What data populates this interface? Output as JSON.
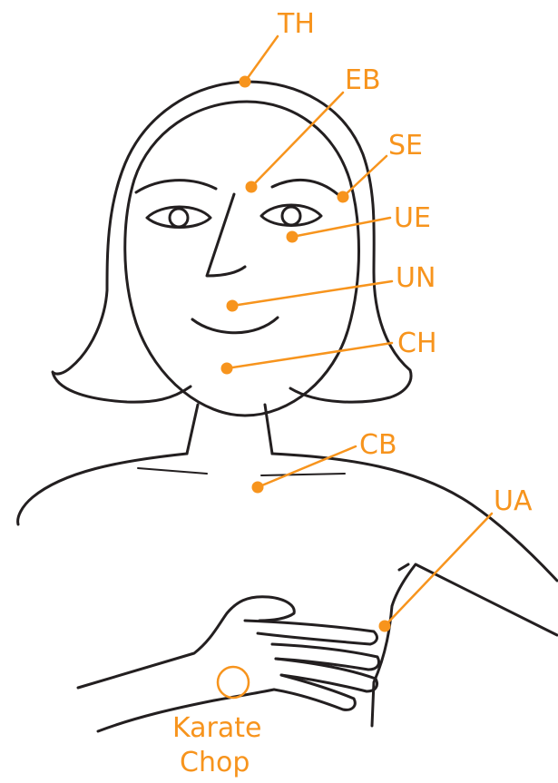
{
  "colors": {
    "accent": "#f7941d",
    "outline": "#231f20",
    "background": "#ffffff"
  },
  "points": [
    {
      "id": "th",
      "label": "TH"
    },
    {
      "id": "eb",
      "label": "EB"
    },
    {
      "id": "se",
      "label": "SE"
    },
    {
      "id": "ue",
      "label": "UE"
    },
    {
      "id": "un",
      "label": "UN"
    },
    {
      "id": "ch",
      "label": "CH"
    },
    {
      "id": "cb",
      "label": "CB"
    },
    {
      "id": "ua",
      "label": "UA"
    }
  ],
  "karate": {
    "line1": "Karate",
    "line2": "Chop"
  }
}
